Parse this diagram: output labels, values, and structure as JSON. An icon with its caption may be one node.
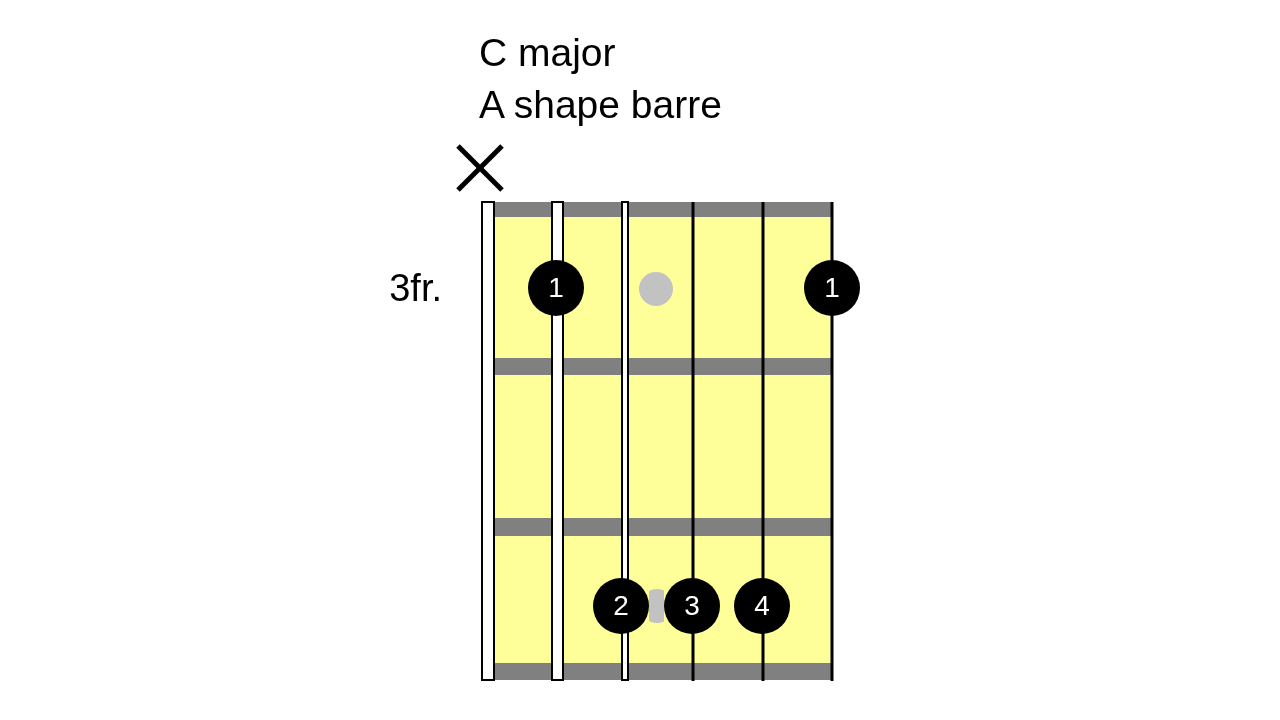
{
  "diagram": {
    "title": "C major",
    "nodes": [
      {
        "text": [
          "1"
        ]
      },
      {
        "text": [],
        "shape": "circle"
      },
      {
        "text": [
          "1"
        ]
      },
      {
        "text": [
          "2"
        ]
      },
      {
        "text": [],
        "shape": "circle"
      },
      {
        "text": [
          "3"
        ]
      },
      {
        "text": [
          "4"
        ]
      }
    ],
    "labels": [
      "A shape barre",
      "3fr."
    ]
  }
}
